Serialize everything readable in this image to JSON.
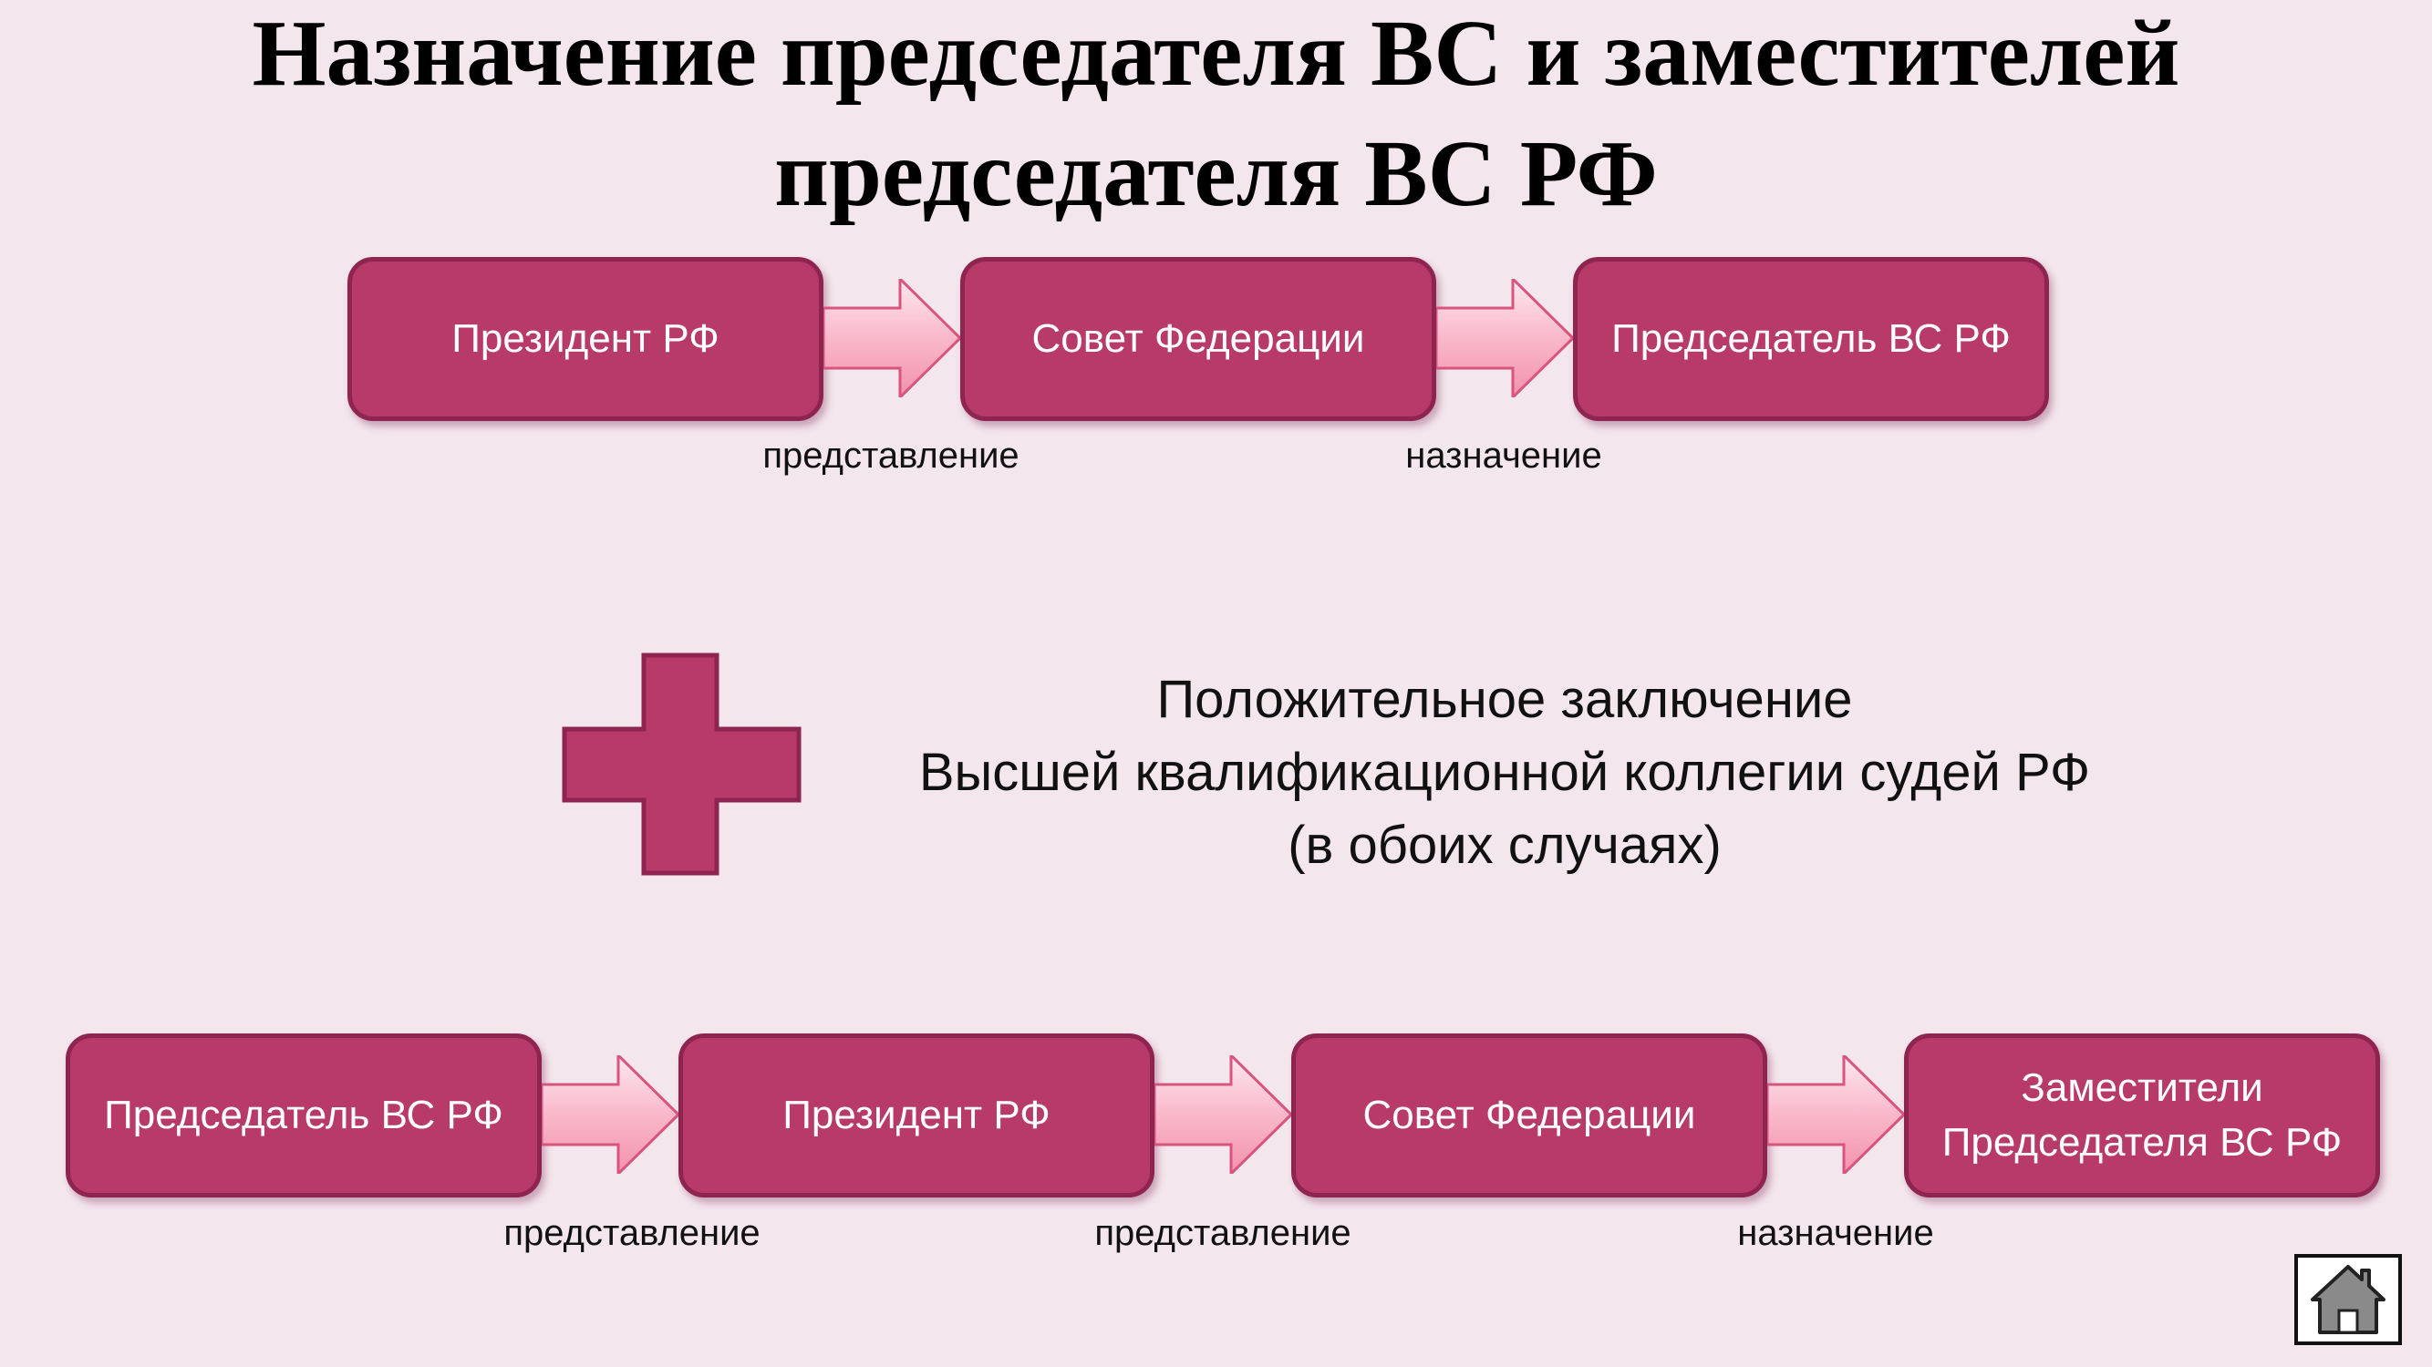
{
  "title": {
    "line1": "Назначение председателя ВС и заместителей",
    "line2": "председателя ВС РФ"
  },
  "flow_top": {
    "boxes": [
      "Президент РФ",
      "Совет Федерации",
      "Председатель ВС РФ"
    ],
    "labels": [
      "представление",
      "назначение"
    ]
  },
  "condition": {
    "line1": "Положительное заключение",
    "line2": "Высшей квалификационной коллегии судей РФ",
    "line3": "(в обоих случаях)"
  },
  "flow_bottom": {
    "boxes": [
      "Председатель ВС РФ",
      "Президент РФ",
      "Совет Федерации",
      "Заместители",
      "Председателя ВС РФ"
    ],
    "labels": [
      "представление",
      "представление",
      "назначение"
    ]
  },
  "colors": {
    "background": "#f4e6ed",
    "box_fill": "#b73a68",
    "box_border": "#8e2450",
    "arrow_light": "#fff0f5",
    "arrow_dark": "#f7a3bd"
  },
  "icons": {
    "plus": "plus-icon",
    "home": "home-icon"
  }
}
